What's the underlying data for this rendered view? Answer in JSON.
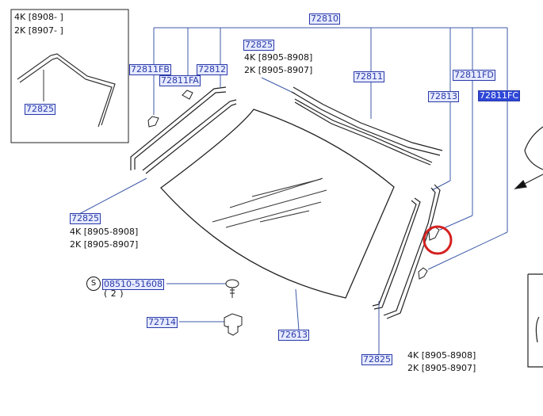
{
  "inset": {
    "lines": [
      "4K  [8908-         ]",
      "2K  [8907-         ]"
    ],
    "part": "72825"
  },
  "parts": {
    "p72810": "72810",
    "p72811FB": "72811FB",
    "p72811FA": "72811FA",
    "p72812": "72812",
    "p72825_top": "72825",
    "p72811": "72811",
    "p72813": "72813",
    "p72811FD": "72811FD",
    "p72811FC": "72811FC",
    "p72825_left": "72825",
    "p08510": "08510-51608",
    "p72714": "72714",
    "p72613": "72613",
    "p72825_bottom": "72825"
  },
  "notes": {
    "top": [
      "4K  [8905-8908]",
      "2K  [8905-8907]"
    ],
    "left": [
      "4K  [8905-8908]",
      "2K  [8905-8907]"
    ],
    "bottom": [
      "4K  [8905-8908]",
      "2K  [8905-8907]"
    ]
  },
  "screw": {
    "symbol": "S",
    "qty": "( 2 )"
  },
  "colors": {
    "link": "#2a3aa8",
    "selected": "#2f47d8",
    "highlight_circle": "#d62020"
  }
}
